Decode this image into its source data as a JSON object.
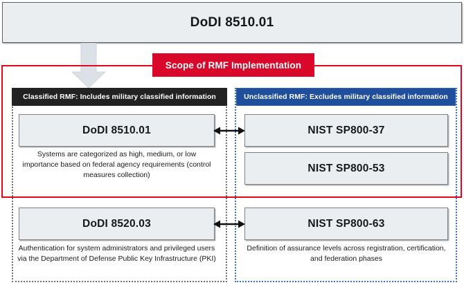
{
  "diagram": {
    "top_node": {
      "label": "DoDI 8510.01"
    },
    "scope_badge": {
      "label": "Scope of RMF Implementation"
    },
    "columns": [
      {
        "id": "classified",
        "header": "Classified RMF: Includes military classified information",
        "header_color": "#222222",
        "border_color": "#6f6f6f",
        "in_scope_nodes": [
          {
            "label": "DoDI 8510.01",
            "caption": "Systems are categorized as high, medium, or low importance based on federal agency requirements (control measures collection)"
          }
        ],
        "out_of_scope_nodes": [
          {
            "label": "DoDI 8520.03",
            "caption": "Authentication for system administrators and privileged users via the Department of Defense Public Key Infrastructure (PKI)"
          }
        ]
      },
      {
        "id": "unclassified",
        "header": "Unclassified RMF: Excludes military classified information",
        "header_color": "#1f4e9c",
        "border_color": "#3a6fc4",
        "in_scope_nodes": [
          {
            "label": "NIST SP800-37",
            "caption": ""
          },
          {
            "label": "NIST SP800-53",
            "caption": ""
          }
        ],
        "out_of_scope_nodes": [
          {
            "label": "NIST SP800-63",
            "caption": "Definition of assurance levels across registration, certification, and federation phases"
          }
        ]
      }
    ],
    "connectors": [
      {
        "name": "link-8510-to-sp80037",
        "type": "double-arrow"
      },
      {
        "name": "link-8520-to-sp80063",
        "type": "double-arrow"
      },
      {
        "name": "flow-top-to-scope",
        "type": "down-arrow"
      }
    ],
    "colors": {
      "scope_red": "#e3051b",
      "badge_red": "#d9072a",
      "box_fill": "#eaeef1",
      "box_border": "#7c8084",
      "arrow_gray": "#dbe1e6",
      "blue": "#1f4e9c",
      "black": "#222222"
    }
  }
}
